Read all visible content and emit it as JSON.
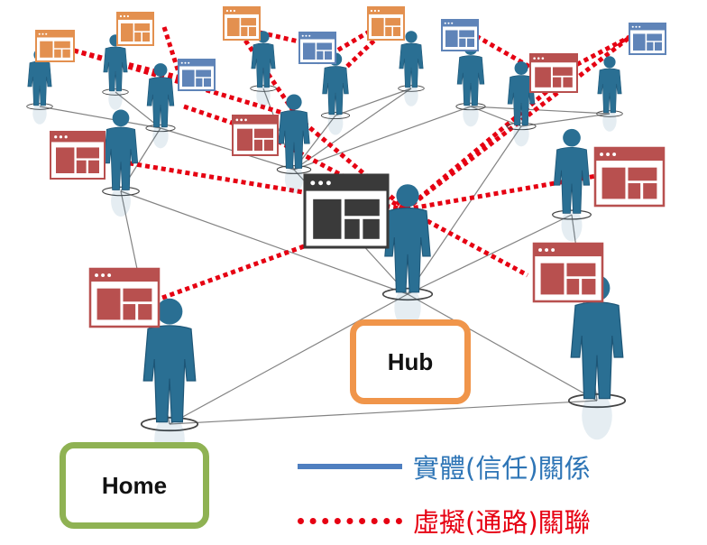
{
  "labels": {
    "hub": "Hub",
    "home": "Home"
  },
  "legend": {
    "solid": {
      "text": "實體(信任)關係",
      "color": "#2e75b6",
      "line_color": "#4f7fc0"
    },
    "dotted": {
      "text": "虛擬(通路)關聯",
      "color": "#e60012",
      "line_color": "#e60012"
    }
  },
  "colors": {
    "person": "#2a6f93",
    "person_dark": "#1d5677",
    "link_line": "#5a5a5a",
    "dotted_link": "#e60012",
    "window_orange": "#e3904f",
    "window_blue": "#5f84b8",
    "window_red": "#b8504f",
    "window_dark": "#3a3a3a"
  },
  "icons": {
    "person": "person-icon",
    "web_window": "web-window-icon"
  }
}
